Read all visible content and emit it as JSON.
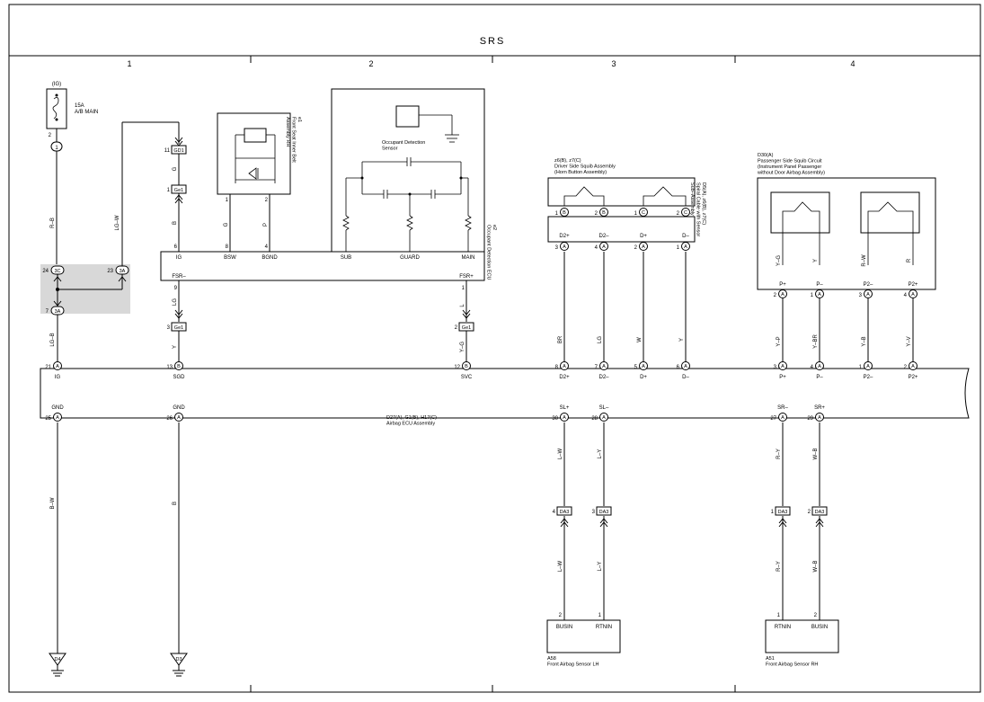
{
  "title": "SRS",
  "columns": [
    "1",
    "2",
    "3",
    "4"
  ],
  "fuse": {
    "group": "(IG)",
    "rating": "15A",
    "name": "A/B MAIN",
    "pin": "2",
    "conn": "1"
  },
  "wires": {
    "rb": "R–B",
    "lgw": "LG–W",
    "g": "G",
    "b": "B",
    "g2": "G",
    "p": "P",
    "lgb": "LG–B",
    "lg": "LG",
    "y": "Y",
    "l": "L",
    "yg": "Y–G",
    "br": "BR",
    "lg3": "LG",
    "w": "W",
    "y3": "Y",
    "yg4": "Y–G",
    "y4": "Y",
    "rw": "R–W",
    "r4": "R",
    "yp": "Y–P",
    "ybr": "Y–BR",
    "yb": "Y–B",
    "yv": "Y–V",
    "bw": "B–W",
    "b2": "B",
    "lw": "L–W",
    "ly": "L–Y",
    "ry": "R–Y",
    "wb": "W–B",
    "lw2": "L–W",
    "ly2": "L–Y",
    "ry2": "R–Y",
    "wb2": "W–B"
  },
  "junction": {
    "p24": "24",
    "c3c": "3C",
    "p23": "23",
    "c3a": "3A",
    "p7": "7",
    "c3a2": "3A"
  },
  "connectors": {
    "gd1": "GD1",
    "p11": "11",
    "ge1a": "Ge1",
    "p1": "1",
    "ge1b": "Ge1",
    "p3": "3",
    "ge1c": "Ge1",
    "p2": "2"
  },
  "seat_belt": {
    "name": "e1\nFront Seat Inner Belt\nAssembly RH",
    "p1": "1",
    "p2": "2"
  },
  "occupant_sensor": {
    "label": "Occupant Detection\nSensor"
  },
  "occupant_ecu": {
    "name": "e2\nOccupant Detection ECU",
    "pins_top": [
      {
        "num": "6",
        "label": "IG"
      },
      {
        "num": "8",
        "label": "BSW"
      },
      {
        "num": "4",
        "label": "BGND"
      },
      {
        "label": "SUB"
      },
      {
        "label": "GUARD"
      },
      {
        "label": "MAIN"
      }
    ],
    "fsr_minus": "FSR–",
    "fsr_plus": "FSR+",
    "pin9": "9",
    "pin1": "1"
  },
  "driver_squib": {
    "title": "z6(B), z7(C)\nDriver Side Squib Assembly\n(Horn Button Assembly)",
    "pins": [
      "1",
      "B",
      "2",
      "B",
      "1",
      "C",
      "2",
      "C"
    ]
  },
  "spiral": {
    "name": "D5(A), z6(B), z7(C)\nSpiral Cable with Sensor\nSub–Assembly",
    "labels": [
      "D2+",
      "D2–",
      "D+",
      "D–"
    ],
    "pins": [
      "3",
      "4",
      "2",
      "1"
    ]
  },
  "passenger_squib": {
    "title": "D30(A)\nPassenger Side Squib Circuit\n(Instrument Panel Passenger\nwithout Door Airbag Assembly)",
    "labels": [
      "P+",
      "P–",
      "P2–",
      "P2+"
    ],
    "pins": [
      "2",
      "1",
      "3",
      "4"
    ]
  },
  "ecu": {
    "name": "D27(A), G1(B), H17(C)\nAirbag ECU Assembly",
    "top_pins": [
      {
        "num": "21",
        "conn": "A",
        "label": "IG"
      },
      {
        "num": "13",
        "conn": "B",
        "label": "SGD"
      },
      {
        "num": "12",
        "conn": "B",
        "label": "SVC"
      },
      {
        "num": "8",
        "conn": "A",
        "label": "D2+"
      },
      {
        "num": "7",
        "conn": "A",
        "label": "D2–"
      },
      {
        "num": "5",
        "conn": "A",
        "label": "D+"
      },
      {
        "num": "6",
        "conn": "A",
        "label": "D–"
      },
      {
        "num": "3",
        "conn": "A",
        "label": "P+"
      },
      {
        "num": "4",
        "conn": "A",
        "label": "P–"
      },
      {
        "num": "1",
        "conn": "A",
        "label": "P2–"
      },
      {
        "num": "2",
        "conn": "A",
        "label": "P2+"
      }
    ],
    "bottom_pins": [
      {
        "num": "25",
        "conn": "A",
        "label": "GND"
      },
      {
        "num": "26",
        "conn": "A",
        "label": "GND"
      },
      {
        "num": "30",
        "conn": "A",
        "label": "SL+"
      },
      {
        "num": "28",
        "conn": "A",
        "label": "SL–"
      },
      {
        "num": "27",
        "conn": "A",
        "label": "SR–"
      },
      {
        "num": "29",
        "conn": "A",
        "label": "SR+"
      }
    ]
  },
  "da3": {
    "name": "DA3",
    "pins": [
      "4",
      "3",
      "1",
      "2"
    ]
  },
  "sensor_lh": {
    "name": "A58\nFront Airbag Sensor LH",
    "labels": [
      "BUSIN",
      "RTNIN"
    ],
    "pins": [
      "2",
      "1"
    ]
  },
  "sensor_rh": {
    "name": "A51\nFront Airbag Sensor RH",
    "labels": [
      "RTNIN",
      "BUSIN"
    ],
    "pins": [
      "1",
      "2"
    ]
  },
  "grounds": [
    "D4",
    "D3"
  ]
}
